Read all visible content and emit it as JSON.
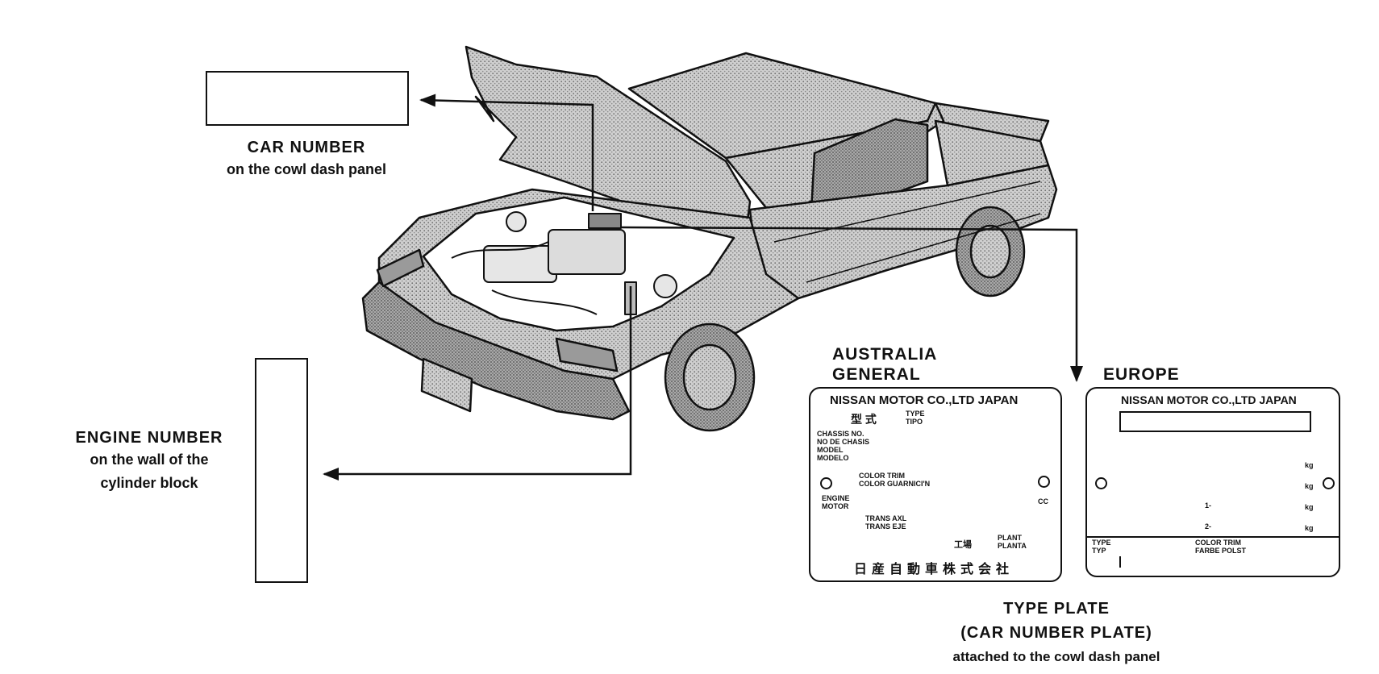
{
  "car_number": {
    "title": "CAR NUMBER",
    "subtitle": "on the cowl dash panel"
  },
  "engine_number": {
    "title": "ENGINE NUMBER",
    "line1": "on the wall of the",
    "line2": "cylinder block"
  },
  "type_plate": {
    "title": "TYPE PLATE",
    "subtitle": "(CAR NUMBER PLATE)",
    "note": "attached to the cowl dash panel"
  },
  "australia_plate": {
    "region_line1": "AUSTRALIA",
    "region_line2": "GENERAL",
    "header": "NISSAN MOTOR CO.,LTD JAPAN",
    "kanji_type": "型 式",
    "type_tipo": "TYPE\nTIPO",
    "chassis_lines": [
      "CHASSIS NO.",
      "NO DE CHASIS",
      "MODEL",
      "MODELO"
    ],
    "color_trim": "COLOR TRIM",
    "color_guarn": "COLOR GUARNICI'N",
    "engine_motor": "ENGINE\nMOTOR",
    "cc": "CC",
    "trans": "TRANS AXL\nTRANS EJE",
    "plant_kanji": "工場",
    "plant": "PLANT\nPLANTA",
    "footer_kanji": "日産自動車株式会社"
  },
  "europe_plate": {
    "region": "EUROPE",
    "header": "NISSAN MOTOR CO.,LTD JAPAN",
    "kg": "kg",
    "axle1": "1-",
    "axle2": "2-",
    "type_typ": "TYPE\nTYP",
    "color_trim": "COLOR TRIM\nFARBE POLST"
  }
}
